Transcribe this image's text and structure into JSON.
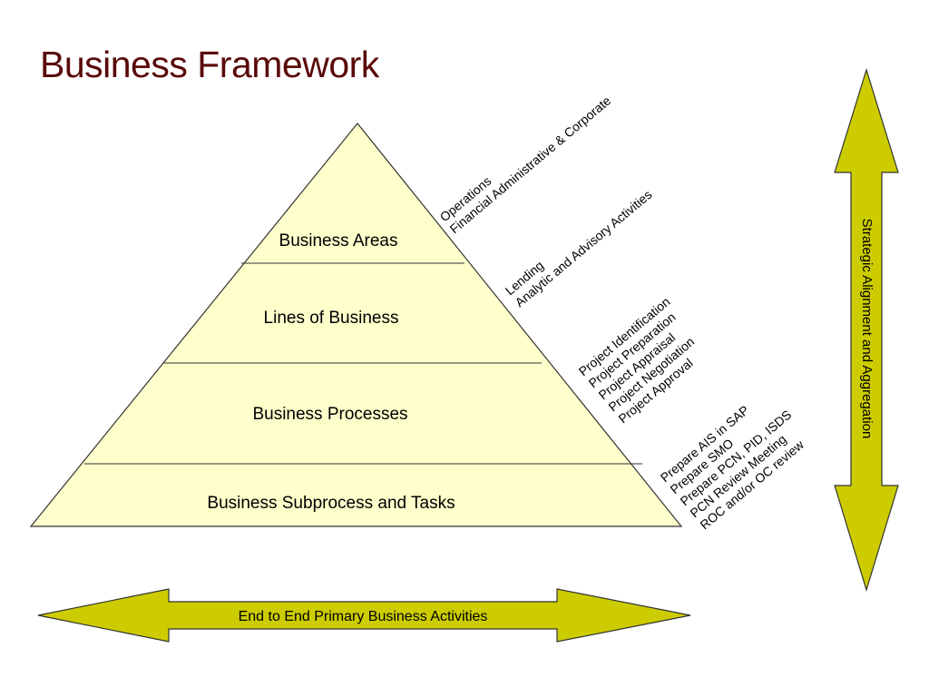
{
  "title": "Business Framework",
  "colors": {
    "title": "#5a0a0a",
    "pyramid_fill": "#ffffcc",
    "arrow_fill": "#cccc00",
    "stroke": "#333333"
  },
  "pyramid": {
    "levels": [
      {
        "label": "Business Areas",
        "annotations": [
          "Operations",
          "Financial Administrative & Corporate"
        ]
      },
      {
        "label": "Lines of Business",
        "annotations": [
          "Lending",
          "Analytic and Advisory Activities"
        ]
      },
      {
        "label": "Business Processes",
        "annotations": [
          "Project Identification",
          "Project Preparation",
          "Project Appraisal",
          "Project Negotiation",
          "Project Approval"
        ]
      },
      {
        "label": "Business Subprocess and Tasks",
        "annotations": [
          "Prepare AIS in SAP",
          "Prepare SMO",
          "Prepare PCN, PID, ISDS",
          "PCN Review Meeting",
          "ROC and/or OC review"
        ]
      }
    ]
  },
  "vertical_arrow": {
    "label": "Strategic Alignment and Aggregation"
  },
  "horizontal_arrow": {
    "label": "End to End Primary Business Activities"
  }
}
